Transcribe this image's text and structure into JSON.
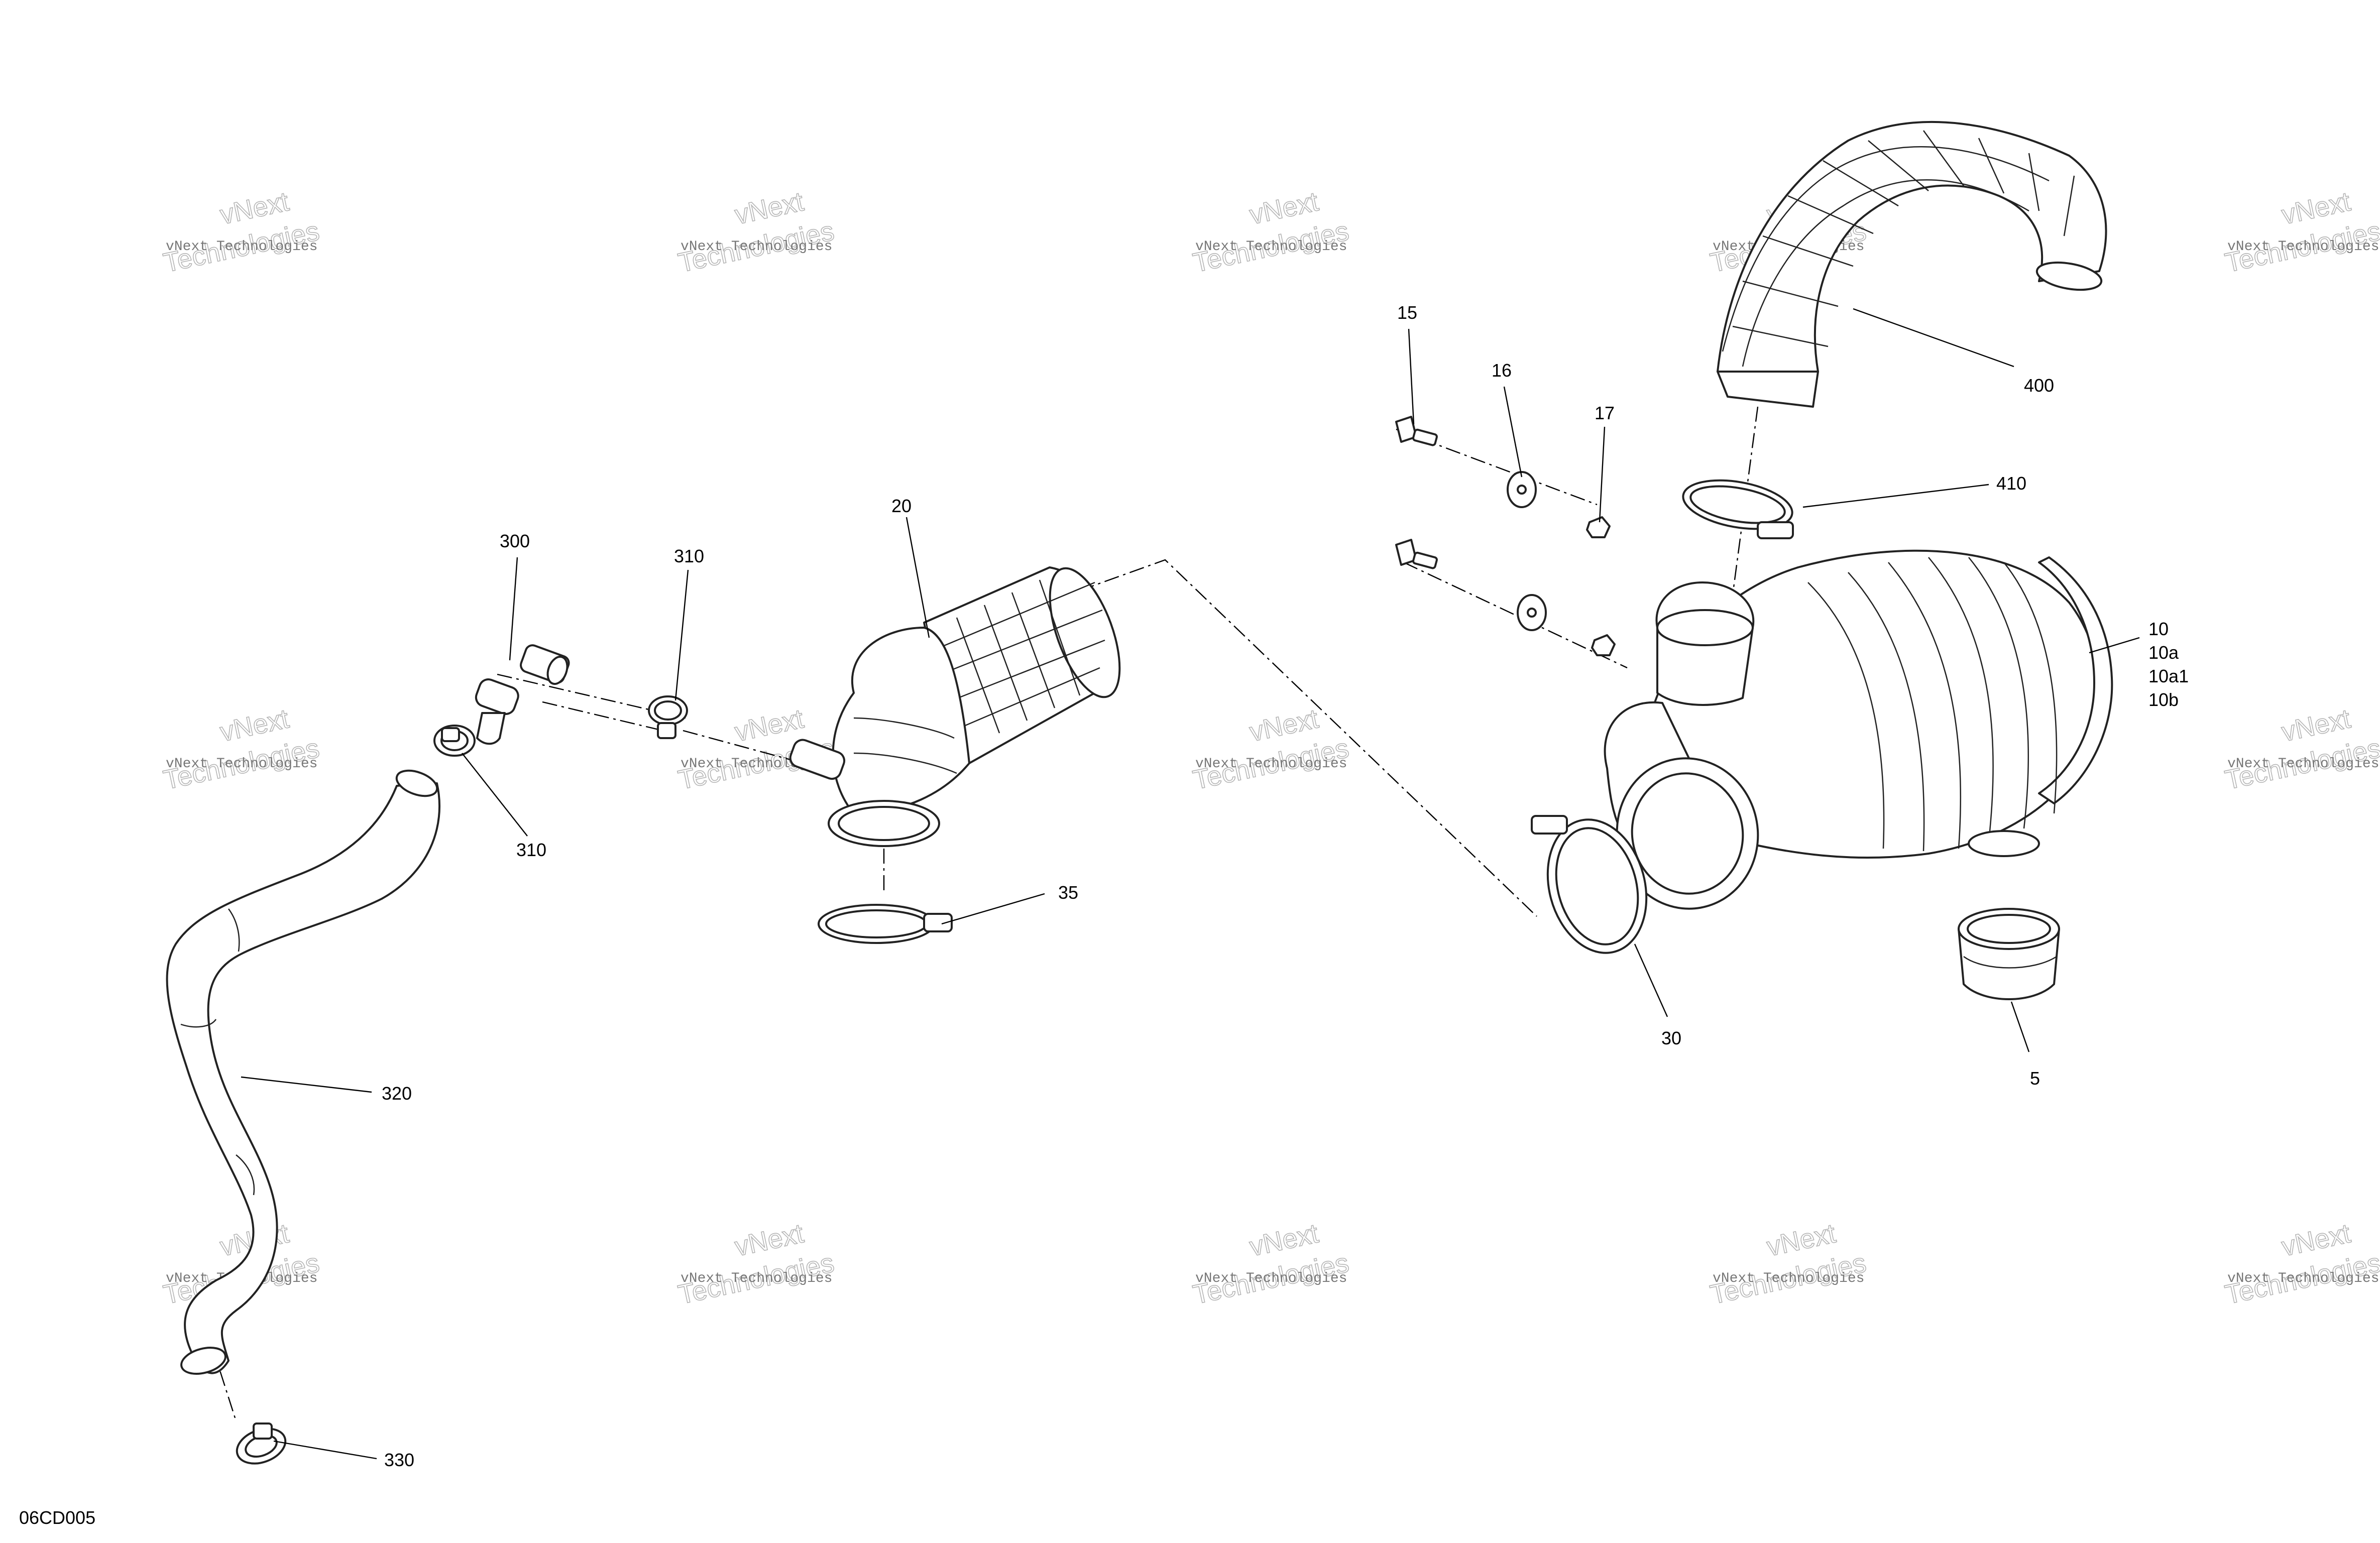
{
  "diagram_id": "06CD005",
  "watermark": {
    "line1": "vNext Technologies",
    "line2": "vNext",
    "line3": "Technologies"
  },
  "callouts": {
    "c300": "300",
    "c310_top": "310",
    "c310_low": "310",
    "c320": "320",
    "c330": "330",
    "c20": "20",
    "c35": "35",
    "c15": "15",
    "c16": "16",
    "c17": "17",
    "c400": "400",
    "c410": "410",
    "c10": "10",
    "c10a": "10a",
    "c10a1": "10a1",
    "c10b": "10b",
    "c30": "30",
    "c5": "5"
  },
  "colors": {
    "line": "#222222",
    "watermark": "#b5b5b5",
    "background": "#ffffff"
  }
}
